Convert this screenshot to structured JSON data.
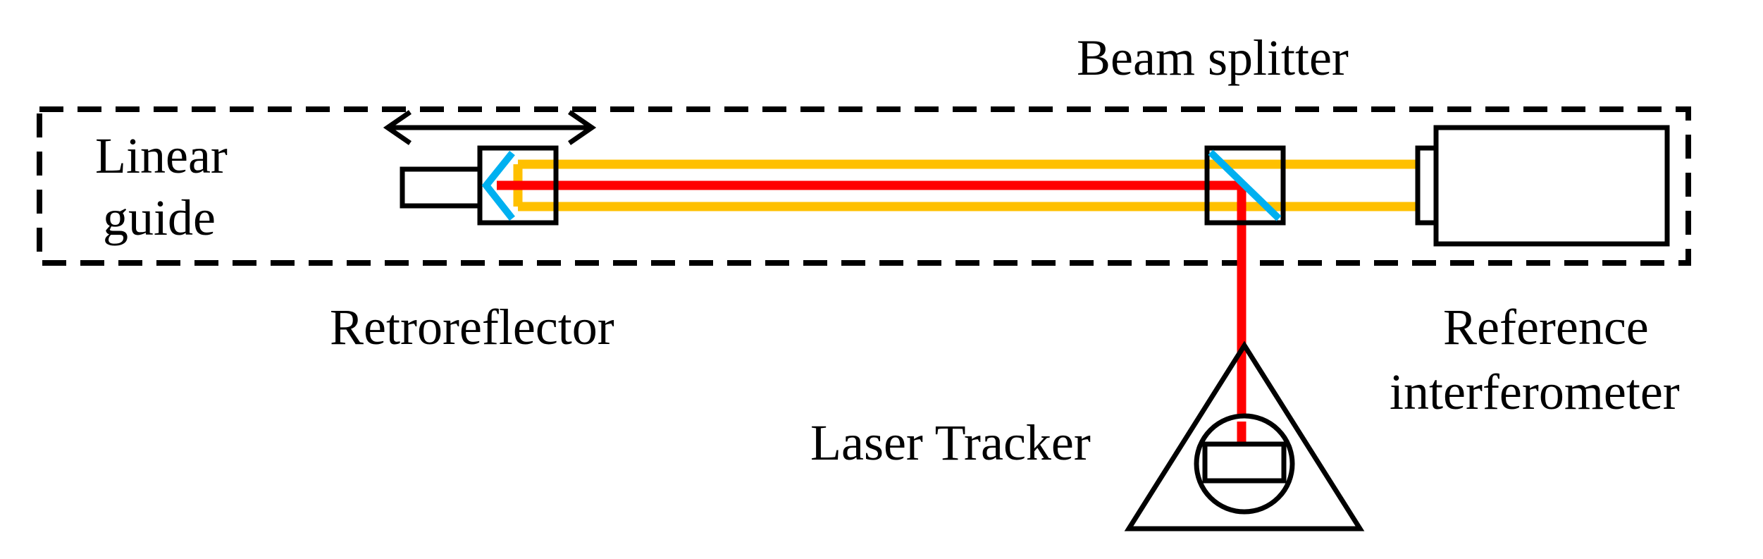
{
  "labels": {
    "beam_splitter": "Beam splitter",
    "linear_guide_line1": "Linear",
    "linear_guide_line2": "guide",
    "retroreflector": "Retroreflector",
    "reference_line1": "Reference",
    "reference_line2": "interferometer",
    "laser_tracker": "Laser Tracker"
  },
  "colors": {
    "reference_beam": "#FFC000",
    "tracker_beam": "#FF0000",
    "mirror": "#00B0F0",
    "outline": "#000000"
  }
}
